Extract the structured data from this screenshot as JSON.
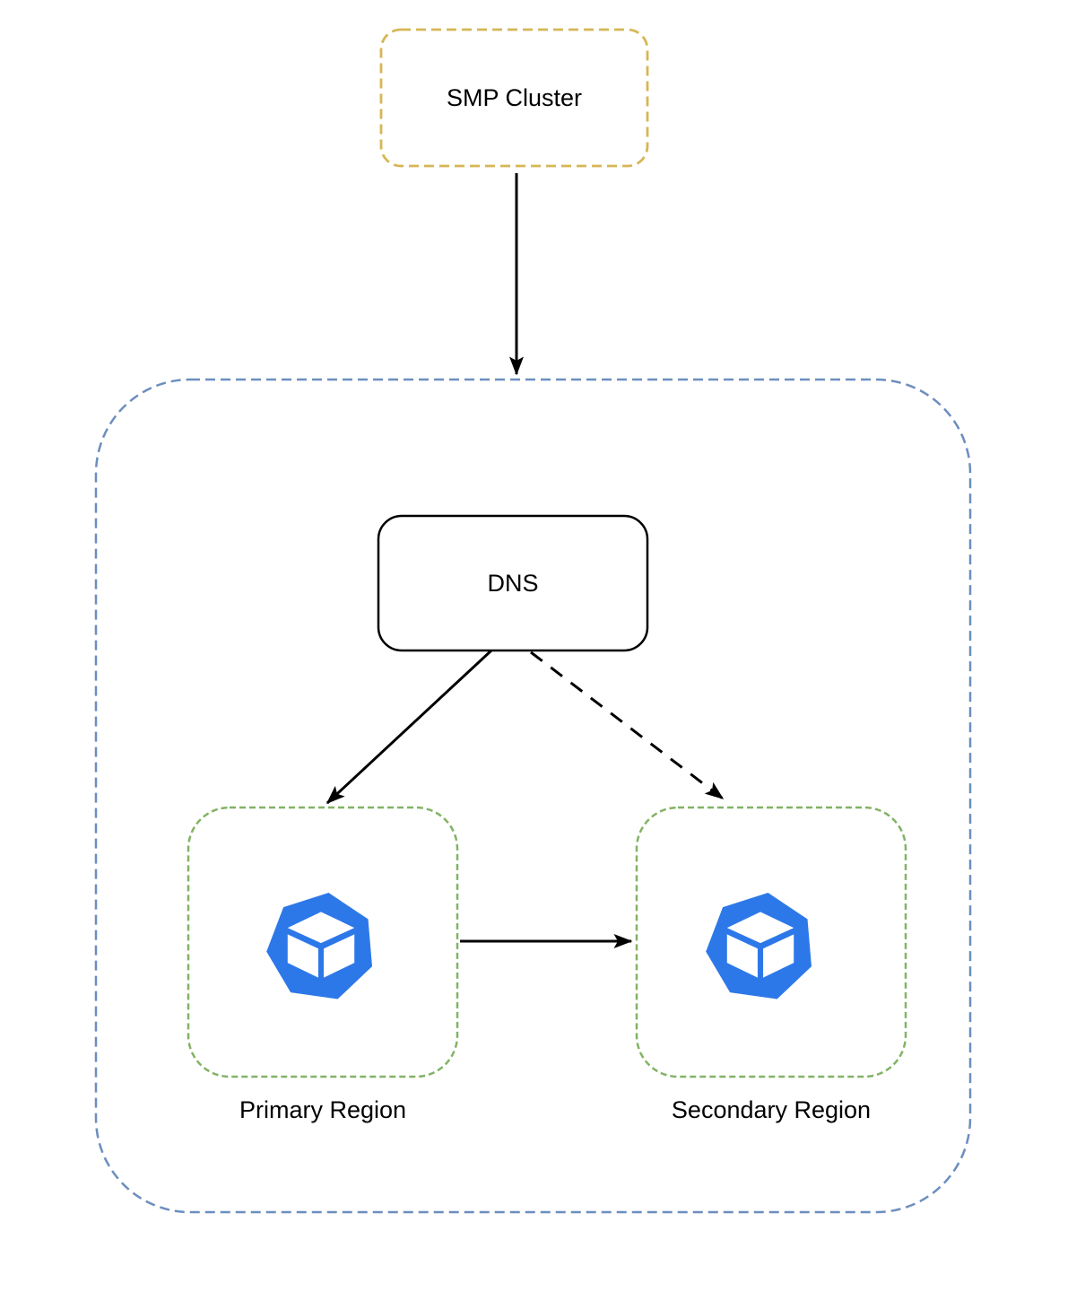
{
  "diagram": {
    "title": "",
    "nodes": {
      "smp_cluster": {
        "label": "SMP Cluster",
        "shape": "rounded-rect",
        "border": "dashed"
      },
      "dns": {
        "label": "DNS",
        "shape": "rounded-rect",
        "border": "solid"
      },
      "primary_region": {
        "label": "Primary Region",
        "shape": "rounded-rect",
        "border": "dashed",
        "icon": "cube-heptagon-icon"
      },
      "secondary_region": {
        "label": "Secondary Region",
        "shape": "rounded-rect",
        "border": "dashed",
        "icon": "cube-heptagon-icon"
      },
      "outer_container": {
        "label": "",
        "shape": "rounded-rect",
        "border": "dashed"
      }
    },
    "edges": [
      {
        "from": "smp_cluster",
        "to": "outer_container",
        "style": "solid",
        "arrowhead": "filled"
      },
      {
        "from": "dns",
        "to": "primary_region",
        "style": "solid",
        "arrowhead": "filled"
      },
      {
        "from": "dns",
        "to": "secondary_region",
        "style": "dashed",
        "arrowhead": "filled"
      },
      {
        "from": "primary_region",
        "to": "secondary_region",
        "style": "solid",
        "arrowhead": "filled"
      }
    ],
    "colors": {
      "smp_border": "#D6B656",
      "outer_container_border": "#6C8EBF",
      "region_border": "#82B366",
      "dns_border": "#000000",
      "icon_fill": "#2D78E8",
      "arrow": "#000000",
      "text": "#000000",
      "background": "#FFFFFF"
    }
  }
}
